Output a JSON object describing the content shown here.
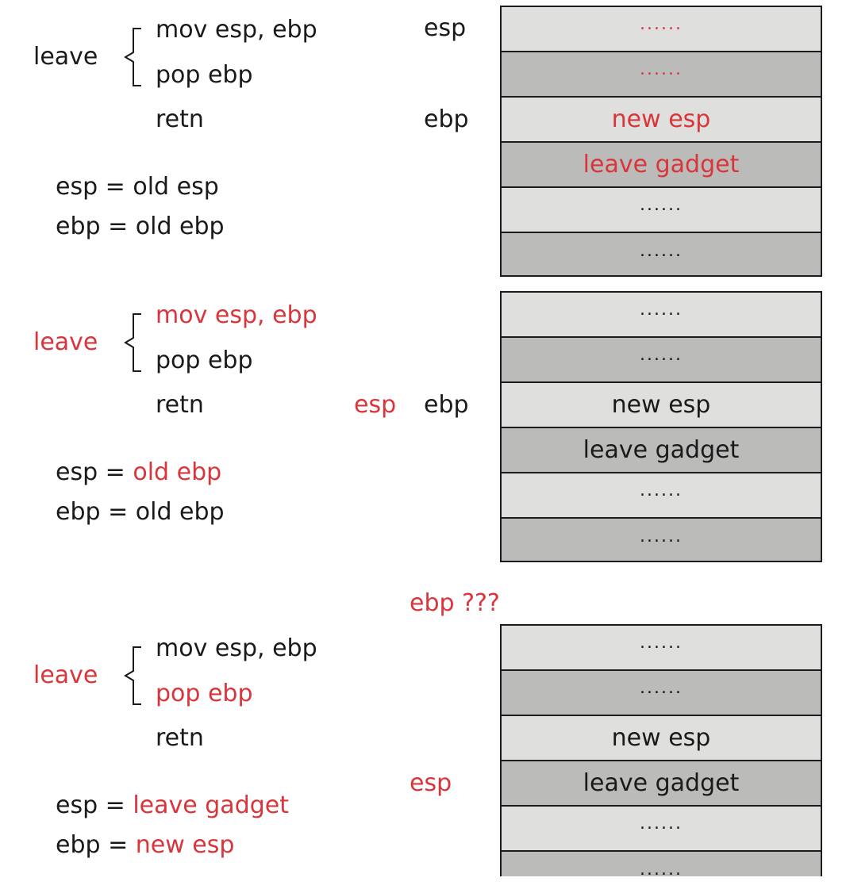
{
  "panels": [
    {
      "leave": "leave",
      "mov": "mov esp, ebp",
      "pop": "pop ebp",
      "retn": "retn",
      "esp_line": {
        "prefix": "esp = ",
        "value": "old esp"
      },
      "ebp_line": {
        "prefix": "ebp = ",
        "value": "old ebp"
      },
      "pointer_labels": [
        {
          "text": "esp",
          "highlight": false
        },
        {
          "text": "ebp",
          "highlight": false
        }
      ],
      "stack": [
        "......",
        "......",
        "new esp",
        "leave gadget",
        "......",
        "......"
      ],
      "highlight": {
        "leave": false,
        "mov": false,
        "pop": false,
        "esp_value": false,
        "ebp_value": false,
        "stack": [
          true,
          true,
          true,
          true,
          false,
          false
        ]
      }
    },
    {
      "leave": "leave",
      "mov": "mov esp, ebp",
      "pop": "pop ebp",
      "retn": "retn",
      "esp_line": {
        "prefix": "esp = ",
        "value": "old ebp"
      },
      "ebp_line": {
        "prefix": "ebp = ",
        "value": "old ebp"
      },
      "pointer_labels": [
        {
          "text": "esp",
          "highlight": true
        },
        {
          "text": "ebp",
          "highlight": false
        }
      ],
      "stack": [
        "......",
        "......",
        "new esp",
        "leave gadget",
        "......",
        "......"
      ],
      "highlight": {
        "leave": true,
        "mov": true,
        "pop": false,
        "esp_value": true,
        "ebp_value": false,
        "stack": [
          false,
          false,
          false,
          false,
          false,
          false
        ]
      }
    },
    {
      "leave": "leave",
      "mov": "mov esp, ebp",
      "pop": "pop ebp",
      "retn": "retn",
      "esp_line": {
        "prefix": "esp = ",
        "value": "leave gadget"
      },
      "ebp_line": {
        "prefix": "ebp = ",
        "value": "new esp"
      },
      "pointer_labels": [
        {
          "text": "ebp ???",
          "highlight": true
        },
        {
          "text": "esp",
          "highlight": true
        }
      ],
      "stack": [
        "......",
        "......",
        "new esp",
        "leave gadget",
        "......",
        "......"
      ],
      "highlight": {
        "leave": true,
        "mov": false,
        "pop": true,
        "esp_value": true,
        "ebp_value": true,
        "stack": [
          false,
          false,
          false,
          false,
          false,
          false
        ]
      }
    }
  ]
}
